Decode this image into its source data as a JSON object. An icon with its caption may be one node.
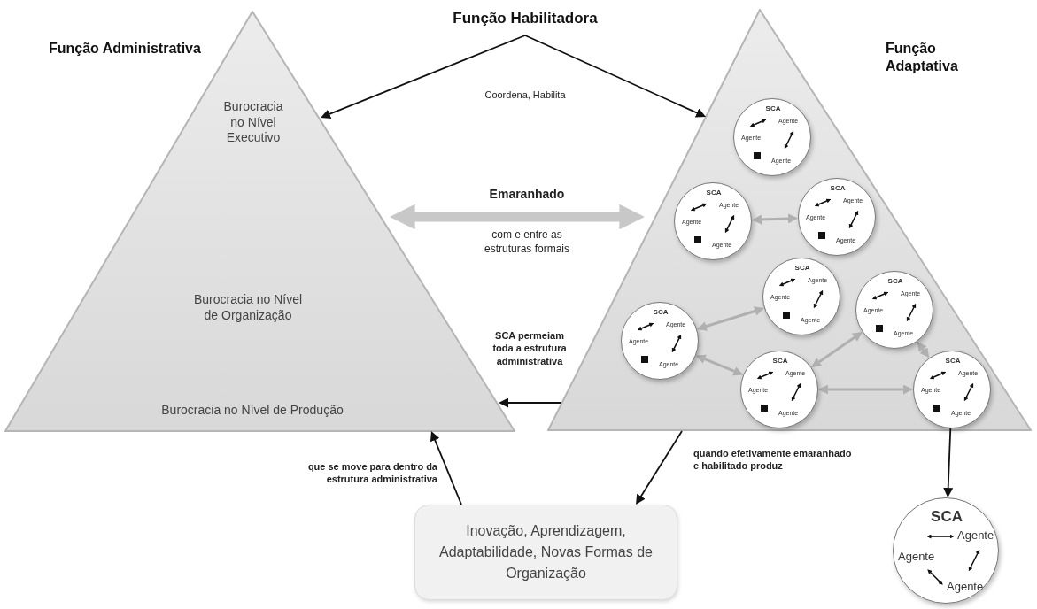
{
  "diagram": {
    "nodes": [
      {
        "text": [
          "Função Administrativa",
          "Burocracia no Nível Executivo",
          "Burocracia no Nível de Organização",
          "Burocracia no Nível de Produção"
        ]
      },
      {
        "text": [
          "Função Adaptativa"
        ]
      },
      {
        "text": [
          "Função Habilitadora"
        ]
      },
      {
        "text": [
          "SCA",
          "Agente",
          "Agente",
          "Agente"
        ],
        "in": 1
      },
      {
        "text": [
          "SCA",
          "Agente",
          "Agente",
          "Agente"
        ],
        "in": 1
      },
      {
        "text": [
          "SCA",
          "Agente",
          "Agente",
          "Agente"
        ],
        "in": 1
      },
      {
        "text": [
          "SCA",
          "Agente",
          "Agente",
          "Agente"
        ],
        "in": 1
      },
      {
        "text": [
          "SCA",
          "Agente",
          "Agente",
          "Agente"
        ],
        "in": 1
      },
      {
        "text": [
          "SCA",
          "Agente",
          "Agente",
          "Agente"
        ],
        "in": 1
      },
      {
        "text": [
          "SCA",
          "Agente",
          "Agente",
          "Agente"
        ],
        "in": 1
      },
      {
        "text": [
          "SCA",
          "Agente",
          "Agente",
          "Agente"
        ],
        "in": 1
      },
      {
        "text": [
          "SCA",
          "Agente",
          "Agente",
          "Agente"
        ]
      },
      {
        "text": [
          "Inovação, Aprendizagem, Adaptabilidade, Novas Formas de Organização"
        ]
      }
    ],
    "edges": [
      {
        "from": 2,
        "to": 0,
        "arrow": "to"
      },
      {
        "from": 2,
        "to": 1,
        "arrow": "to"
      },
      {
        "from": 0,
        "to": 1,
        "arrow": "both",
        "label": "Emaranhado",
        "style": "thick",
        "color": "#c8c8c8"
      },
      {
        "from": 1,
        "to": 0,
        "arrow": "to",
        "label": "SCA permeiam toda a estrutura administrativa"
      },
      {
        "from": 1,
        "to": 12,
        "arrow": "to",
        "label": "quando efetivamente emaranhado e habilitado produz"
      },
      {
        "from": 12,
        "to": 0,
        "arrow": "to",
        "label": "que se move para dentro da estrutura administrativa"
      },
      {
        "from": 10,
        "to": 11,
        "arrow": "to"
      },
      {
        "from": 4,
        "to": 5,
        "arrow": "both",
        "color": "#b0b0b0"
      },
      {
        "from": 7,
        "to": 6,
        "arrow": "both",
        "color": "#b0b0b0"
      },
      {
        "from": 7,
        "to": 9,
        "arrow": "both",
        "color": "#b0b0b0"
      },
      {
        "from": 9,
        "to": 8,
        "arrow": "both",
        "color": "#b0b0b0"
      },
      {
        "from": 8,
        "to": 10,
        "arrow": "both",
        "color": "#b0b0b0"
      },
      {
        "from": 9,
        "to": 10,
        "arrow": "both",
        "color": "#b0b0b0"
      }
    ],
    "labels": [
      "Coordena, Habilita",
      "com e entre as estruturas formais"
    ]
  }
}
